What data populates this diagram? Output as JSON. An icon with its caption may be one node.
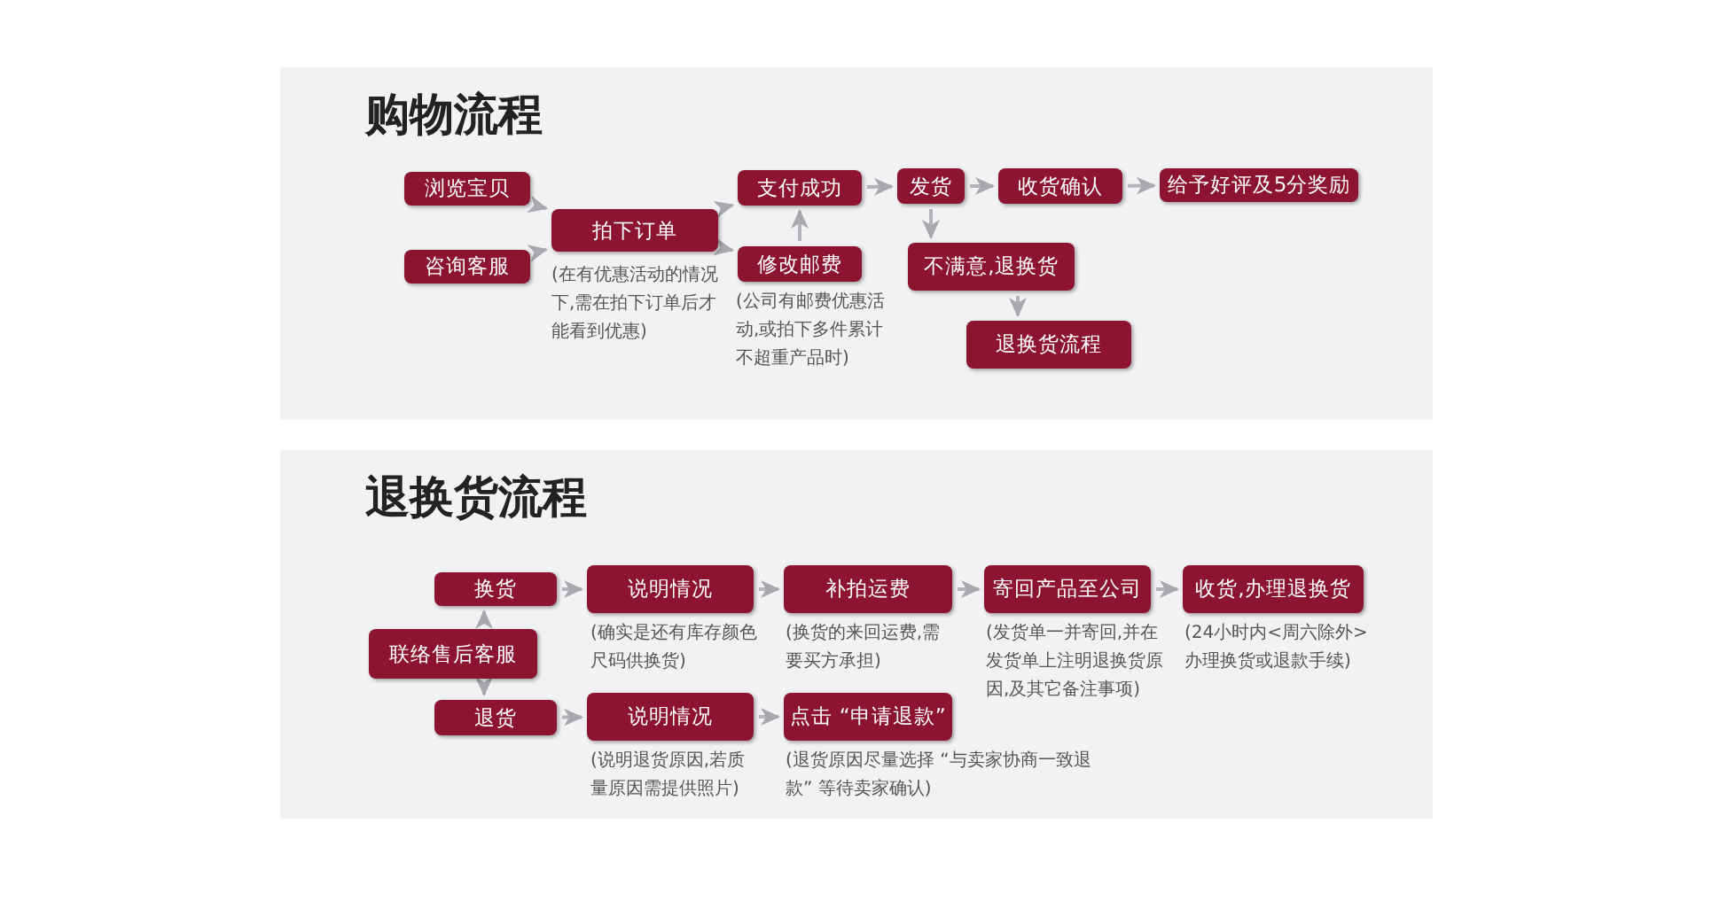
{
  "diagram": {
    "nodes": [
      {
        "text": [
          "购物流程"
        ]
      },
      {
        "text": [
          "浏览宝贝"
        ],
        "in": 0
      },
      {
        "text": [
          "咨询客服"
        ],
        "in": 0
      },
      {
        "text": [
          "拍下订单"
        ],
        "in": 0,
        "beside": [
          "(在有优惠活动的情况下,需在拍下订单后才能看到优惠)"
        ]
      },
      {
        "text": [
          "支付成功"
        ],
        "in": 0
      },
      {
        "text": [
          "修改邮费"
        ],
        "in": 0,
        "beside": [
          "(公司有邮费优惠活动,或拍下多件累计不超重产品时)"
        ]
      },
      {
        "text": [
          "发货"
        ],
        "in": 0
      },
      {
        "text": [
          "收货确认"
        ],
        "in": 0
      },
      {
        "text": [
          "给予好评及5分奖励"
        ],
        "in": 0
      },
      {
        "text": [
          "不满意,退换货"
        ],
        "in": 0
      },
      {
        "text": [
          "退换货流程"
        ],
        "in": 0
      },
      {
        "text": [
          "退换货流程"
        ]
      },
      {
        "text": [
          "换货"
        ],
        "in": 11
      },
      {
        "text": [
          "联络售后客服"
        ],
        "in": 11
      },
      {
        "text": [
          "退货"
        ],
        "in": 11
      },
      {
        "text": [
          "说明情况"
        ],
        "in": 11,
        "beside": [
          "(确实是还有库存颜色尺码供换货)"
        ]
      },
      {
        "text": [
          "补拍运费"
        ],
        "in": 11,
        "beside": [
          "(换货的来回运费,需要买方承担)"
        ]
      },
      {
        "text": [
          "寄回产品至公司"
        ],
        "in": 11,
        "beside": [
          "(发货单一并寄回,并在发货单上注明退换货原因,及其它备注事项)"
        ]
      },
      {
        "text": [
          "收货,办理退换货"
        ],
        "in": 11,
        "beside": [
          "(24小时内<周六除外>办理换货或退款手续)"
        ]
      },
      {
        "text": [
          "说明情况"
        ],
        "in": 11,
        "beside": [
          "(说明退货原因,若质量原因需提供照片)"
        ]
      },
      {
        "text": [
          "点击 “申请退款”"
        ],
        "in": 11,
        "beside": [
          "(退货原因尽量选择 “与卖家协商一致退款” 等待卖家确认)"
        ]
      }
    ],
    "edges": [
      {
        "from": 1,
        "to": 3,
        "arrow": "to"
      },
      {
        "from": 2,
        "to": 3,
        "arrow": "to"
      },
      {
        "from": 3,
        "to": 4,
        "arrow": "to"
      },
      {
        "from": 3,
        "to": 5,
        "arrow": "to"
      },
      {
        "from": 5,
        "to": 4,
        "arrow": "to"
      },
      {
        "from": 4,
        "to": 6,
        "arrow": "to"
      },
      {
        "from": 6,
        "to": 7,
        "arrow": "to"
      },
      {
        "from": 7,
        "to": 8,
        "arrow": "to"
      },
      {
        "from": 6,
        "to": 9,
        "arrow": "to"
      },
      {
        "from": 9,
        "to": 10,
        "arrow": "to"
      },
      {
        "from": 13,
        "to": 12,
        "arrow": "to"
      },
      {
        "from": 13,
        "to": 14,
        "arrow": "to"
      },
      {
        "from": 12,
        "to": 15,
        "arrow": "to"
      },
      {
        "from": 15,
        "to": 16,
        "arrow": "to"
      },
      {
        "from": 16,
        "to": 17,
        "arrow": "to"
      },
      {
        "from": 17,
        "to": 18,
        "arrow": "to"
      },
      {
        "from": 14,
        "to": 19,
        "arrow": "to"
      },
      {
        "from": 19,
        "to": 20,
        "arrow": "to"
      }
    ]
  }
}
